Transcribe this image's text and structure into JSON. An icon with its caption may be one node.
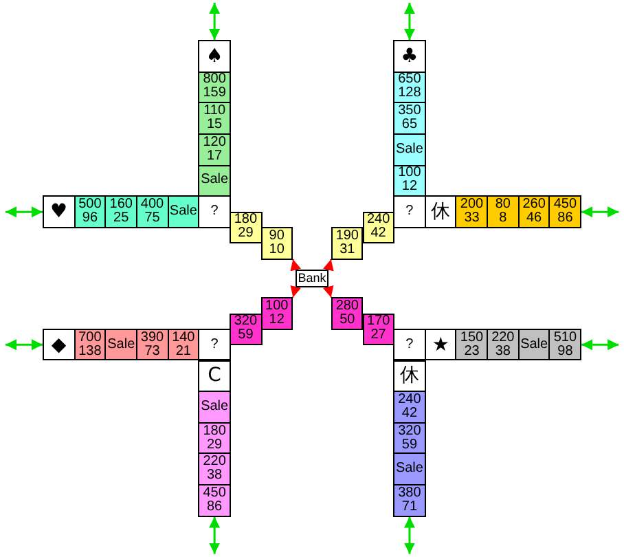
{
  "diagram": {
    "nodes": [
      {
        "text": [
          "♠"
        ]
      },
      {
        "text": [
          "800 159"
        ]
      },
      {
        "text": [
          "110 15"
        ]
      },
      {
        "text": [
          "120 17"
        ]
      },
      {
        "text": [
          "Sale"
        ]
      },
      {
        "text": [
          "♥"
        ]
      },
      {
        "text": [
          "500 96"
        ]
      },
      {
        "text": [
          "160 25"
        ]
      },
      {
        "text": [
          "400 75"
        ]
      },
      {
        "text": [
          "Sale"
        ]
      },
      {
        "text": [
          "?"
        ]
      },
      {
        "text": [
          "180 29"
        ]
      },
      {
        "text": [
          "90 10"
        ]
      },
      {
        "text": [
          "♣"
        ]
      },
      {
        "text": [
          "650 128"
        ]
      },
      {
        "text": [
          "350 65"
        ]
      },
      {
        "text": [
          "Sale"
        ]
      },
      {
        "text": [
          "100 12"
        ]
      },
      {
        "text": [
          "240 42"
        ]
      },
      {
        "text": [
          "190 31"
        ]
      },
      {
        "text": [
          "?"
        ]
      },
      {
        "text": [
          "休"
        ]
      },
      {
        "text": [
          "200 33"
        ]
      },
      {
        "text": [
          "80 8"
        ]
      },
      {
        "text": [
          "260 46"
        ]
      },
      {
        "text": [
          "450 86"
        ]
      },
      {
        "text": [
          "Bank"
        ]
      },
      {
        "text": [
          "100 12"
        ]
      },
      {
        "text": [
          "320 59"
        ]
      },
      {
        "text": [
          "◆"
        ]
      },
      {
        "text": [
          "700 138"
        ]
      },
      {
        "text": [
          "Sale"
        ]
      },
      {
        "text": [
          "390 73"
        ]
      },
      {
        "text": [
          "140 21"
        ]
      },
      {
        "text": [
          "?"
        ]
      },
      {
        "text": [
          "C"
        ]
      },
      {
        "text": [
          "Sale"
        ]
      },
      {
        "text": [
          "180 29"
        ]
      },
      {
        "text": [
          "220 38"
        ]
      },
      {
        "text": [
          "450 86"
        ]
      },
      {
        "text": [
          "280 50"
        ]
      },
      {
        "text": [
          "170 27"
        ]
      },
      {
        "text": [
          "?"
        ]
      },
      {
        "text": [
          "★"
        ]
      },
      {
        "text": [
          "150 23"
        ]
      },
      {
        "text": [
          "220 38"
        ]
      },
      {
        "text": [
          "Sale"
        ]
      },
      {
        "text": [
          "510 98"
        ]
      },
      {
        "text": [
          "休"
        ]
      },
      {
        "text": [
          "240 42"
        ]
      },
      {
        "text": [
          "320 59"
        ]
      },
      {
        "text": [
          "Sale"
        ]
      },
      {
        "text": [
          "380 71"
        ]
      }
    ],
    "edges": [
      {
        "from": 26,
        "to": 12,
        "arrow": "to",
        "style": "dashed",
        "color": "#ff0000"
      },
      {
        "from": 26,
        "to": 19,
        "arrow": "to",
        "style": "dashed",
        "color": "#ff0000"
      },
      {
        "from": 26,
        "to": 27,
        "arrow": "to",
        "style": "dashed",
        "color": "#ff0000"
      },
      {
        "from": 26,
        "to": 40,
        "arrow": "to",
        "style": "dashed",
        "color": "#ff0000"
      },
      {
        "from": 0,
        "to": null,
        "arrow": "both"
      },
      {
        "from": 13,
        "to": null,
        "arrow": "both"
      },
      {
        "from": 5,
        "to": null,
        "arrow": "both"
      },
      {
        "from": 25,
        "to": null,
        "arrow": "both"
      },
      {
        "from": 29,
        "to": null,
        "arrow": "both"
      },
      {
        "from": 47,
        "to": null,
        "arrow": "both"
      },
      {
        "from": 39,
        "to": null,
        "arrow": "both"
      },
      {
        "from": 52,
        "to": null,
        "arrow": "both"
      }
    ]
  }
}
